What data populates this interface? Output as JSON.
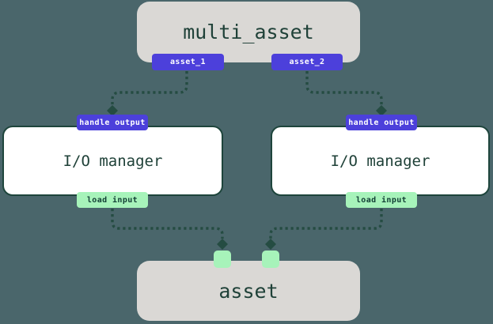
{
  "diagram": {
    "multi_asset": {
      "label": "multi_asset",
      "outputs": [
        {
          "label": "asset_1"
        },
        {
          "label": "asset_2"
        }
      ]
    },
    "io_managers": [
      {
        "label": "I/O manager",
        "handle_output": "handle output",
        "load_input": "load input"
      },
      {
        "label": "I/O manager",
        "handle_output": "handle output",
        "load_input": "load input"
      }
    ],
    "asset": {
      "label": "asset",
      "input_handles": 2
    }
  },
  "colors": {
    "background": "#4a666b",
    "node_fill_gray": "#dad8d5",
    "node_fill_white": "#ffffff",
    "node_border": "#1e453c",
    "output_badge_bg": "#4c40db",
    "output_badge_text": "#ffffff",
    "input_badge_bg": "#a7f3ba",
    "input_badge_text": "#123f35",
    "connector": "#254c42",
    "node_label_text": "#1f4138"
  }
}
